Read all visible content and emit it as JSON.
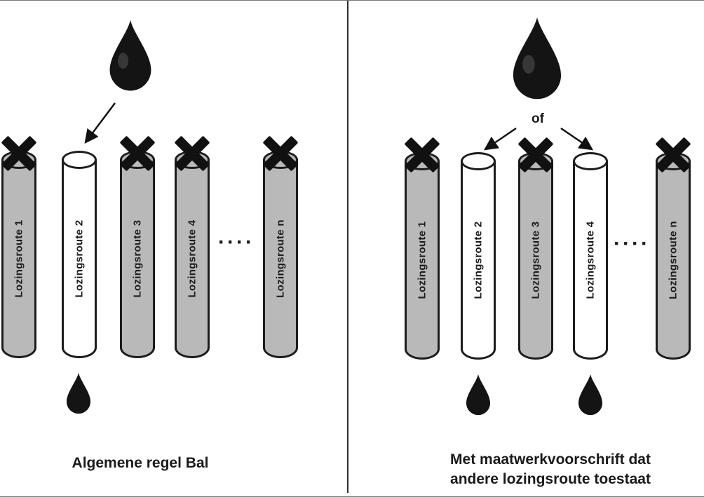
{
  "left_panel": {
    "caption": "Algemene regel Bal",
    "dots": "····",
    "tubes": [
      {
        "label": "Lozingsroute 1",
        "blocked": true
      },
      {
        "label": "Lozingsroute 2",
        "blocked": false,
        "discharge_below": true
      },
      {
        "label": "Lozingsroute 3",
        "blocked": true
      },
      {
        "label": "Lozingsroute 4",
        "blocked": true
      },
      {
        "label": "Lozingsroute n",
        "blocked": true
      }
    ]
  },
  "right_panel": {
    "of_label": "of",
    "caption_line1": "Met maatwerkvoorschrift dat",
    "caption_line2": "andere lozingsroute toestaat",
    "dots": "····",
    "tubes": [
      {
        "label": "Lozingsroute 1",
        "blocked": true
      },
      {
        "label": "Lozingsroute 2",
        "blocked": false,
        "discharge_below": true
      },
      {
        "label": "Lozingsroute 3",
        "blocked": true
      },
      {
        "label": "Lozingsroute 4",
        "blocked": false,
        "discharge_below": true
      },
      {
        "label": "Lozingsroute n",
        "blocked": true
      }
    ]
  },
  "colors": {
    "tube_gray": "#b9b9b9",
    "tube_white": "#ffffff",
    "outline": "#1c1c1c",
    "drop_black": "#141414",
    "divider": "#2e2e2e"
  }
}
